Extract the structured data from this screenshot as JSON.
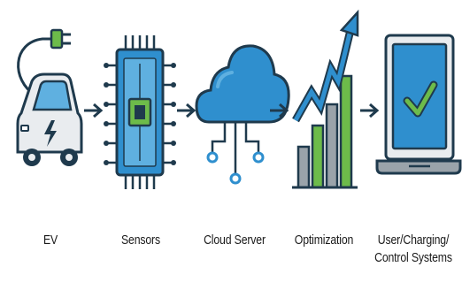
{
  "diagram": {
    "stages": [
      {
        "id": "ev",
        "label": "EV",
        "icon": "ev-car-plug-icon"
      },
      {
        "id": "sensors",
        "label": "Sensors",
        "icon": "sensor-chip-icon"
      },
      {
        "id": "cloud",
        "label": "Cloud Server",
        "icon": "cloud-server-icon"
      },
      {
        "id": "optimization",
        "label": "Optimization",
        "icon": "growth-chart-icon"
      },
      {
        "id": "systems",
        "label_lines": [
          "User/Charging/",
          "Control Systems"
        ],
        "icon": "laptop-check-icon"
      }
    ],
    "connector_icon": "arrow-right-icon",
    "colors": {
      "outline": "#1f3a4d",
      "blue": "#2f8fce",
      "light_blue": "#5fb0e0",
      "green": "#6dbb4a",
      "gray": "#9aa3aa",
      "light_gray": "#e9ecef"
    }
  }
}
